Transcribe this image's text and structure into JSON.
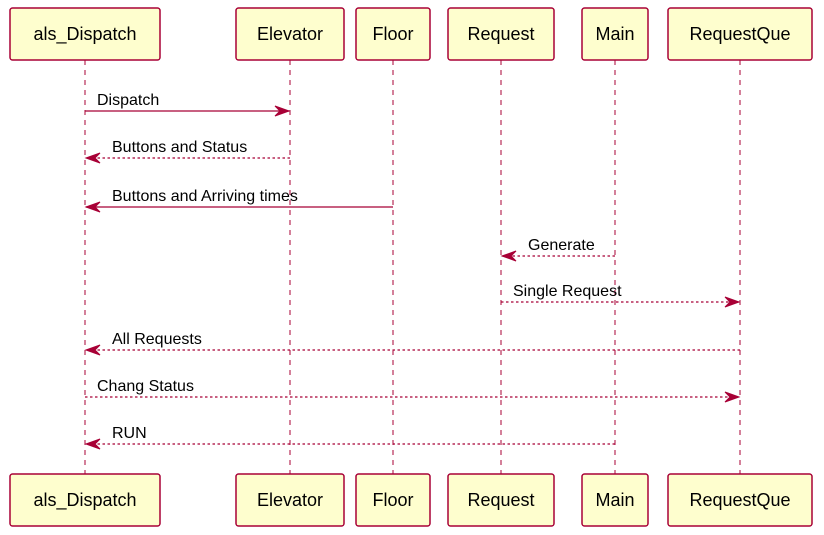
{
  "participants": [
    {
      "id": "als_dispatch",
      "label": "als_Dispatch"
    },
    {
      "id": "elevator",
      "label": "Elevator"
    },
    {
      "id": "floor",
      "label": "Floor"
    },
    {
      "id": "request",
      "label": "Request"
    },
    {
      "id": "main",
      "label": "Main"
    },
    {
      "id": "requestque",
      "label": "RequestQue"
    }
  ],
  "messages": [
    {
      "from": "als_dispatch",
      "to": "elevator",
      "label": "Dispatch",
      "style": "solid"
    },
    {
      "from": "elevator",
      "to": "als_dispatch",
      "label": "Buttons and Status",
      "style": "dashed"
    },
    {
      "from": "floor",
      "to": "als_dispatch",
      "label": "Buttons and Arriving times",
      "style": "solid"
    },
    {
      "from": "main",
      "to": "request",
      "label": "Generate",
      "style": "dashed"
    },
    {
      "from": "request",
      "to": "requestque",
      "label": "Single Request",
      "style": "dashed"
    },
    {
      "from": "requestque",
      "to": "als_dispatch",
      "label": "All Requests",
      "style": "dashed"
    },
    {
      "from": "als_dispatch",
      "to": "requestque",
      "label": "Chang Status",
      "style": "dashed"
    },
    {
      "from": "main",
      "to": "als_dispatch",
      "label": "RUN",
      "style": "dashed"
    }
  ],
  "colors": {
    "box_fill": "#FEFECE",
    "border": "#A80036",
    "text": "#000000"
  }
}
